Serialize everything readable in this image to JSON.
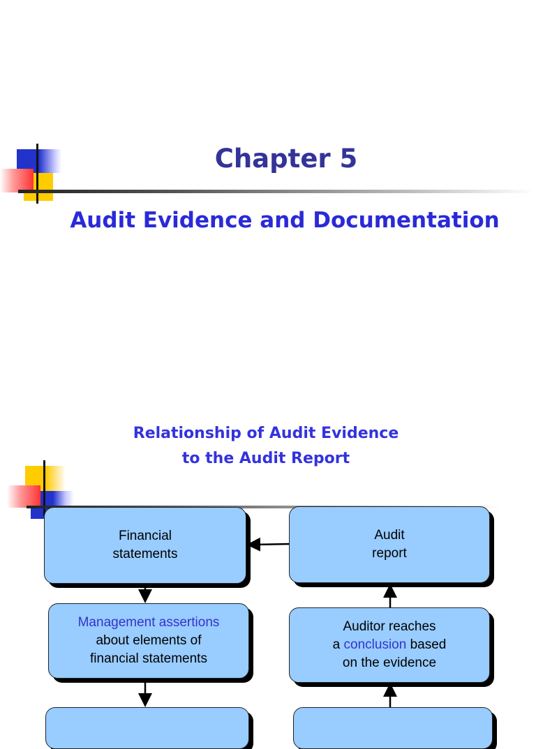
{
  "slide1": {
    "title": "Chapter 5",
    "subtitle": "Audit Evidence and Documentation"
  },
  "slide2": {
    "title_line1": "Relationship of Audit Evidence",
    "title_line2": "to the Audit Report",
    "boxes": {
      "financial_statements": {
        "line1": "Financial",
        "line2": "statements"
      },
      "audit_report": {
        "line1": "Audit",
        "line2": "report"
      },
      "management_assertions": {
        "highlight": "Management assertions",
        "line2": "about elements of",
        "line3": "financial statements"
      },
      "auditor_reaches": {
        "line1": "Auditor reaches",
        "pre": "a ",
        "highlight": "conclusion",
        "post": " based",
        "line3": "on the evidence"
      }
    }
  },
  "colors": {
    "title": "#333399",
    "subtitle": "#2a2ad8",
    "box_fill": "#99ccff",
    "highlight": "#3333cc",
    "deco_blue": "#2233cc",
    "deco_yellow": "#ffcc00",
    "deco_red": "#ff3333"
  }
}
